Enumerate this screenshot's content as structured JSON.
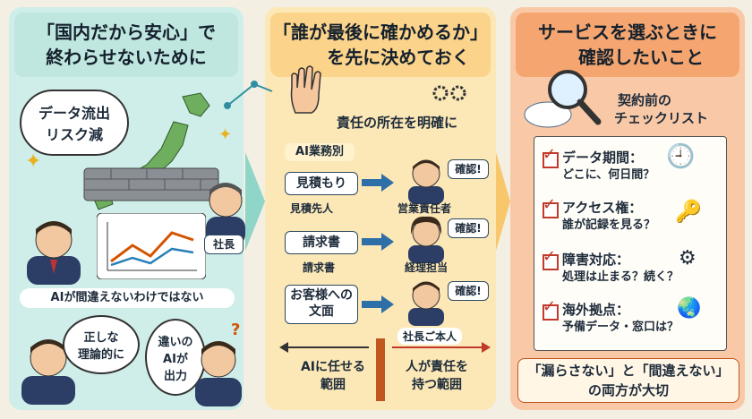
{
  "panel1": {
    "title_line1": "「国内だから安心」で",
    "title_line2": "終わらせないために",
    "bubble_risk": [
      "データ流出",
      "リスク減"
    ],
    "ceo_label": "社長",
    "mid_banner": "AIが間違えないわけではない",
    "bubble_correct": [
      "正しな",
      "理論的に"
    ],
    "bubble_wrong": [
      "違いの",
      "AIが",
      "出力"
    ]
  },
  "panel2": {
    "title_line1": "「誰が最後に確かめるか」",
    "title_line2": "を先に決めておく",
    "subtitle": "責任の所在を明確に",
    "ai_tasks_label": "AI業務別",
    "rows": [
      {
        "task": "見積もり",
        "under": "見積先人",
        "role": "営業責任者",
        "check": "確認!"
      },
      {
        "task": "請求書",
        "under": "請求書",
        "role": "経理担当",
        "check": "確認!"
      },
      {
        "task": "お客様への\n文面",
        "under": "",
        "role": "社長ご本人",
        "check": "確認!"
      }
    ],
    "left_scope": [
      "AIに任せる",
      "範囲"
    ],
    "right_scope": [
      "人が責任を",
      "持つ範囲"
    ]
  },
  "panel3": {
    "title_line1": "サービスを選ぶときに",
    "title_line2": "確認したいこと",
    "checklist_title": [
      "契約前の",
      "チェックリスト"
    ],
    "items": [
      {
        "head": "データ期間：",
        "sub": "どこに、何日間？"
      },
      {
        "head": "アクセス権：",
        "sub": "誰が記録を見る？"
      },
      {
        "head": "障害対応：",
        "sub": "処理は止まる？続く？"
      },
      {
        "head": "海外拠点：",
        "sub": "予備データ・窓口は？"
      }
    ],
    "footer_line1": "「漏らさない」と「間違えない」",
    "footer_line2": "の両方が大切"
  },
  "colors": {
    "teal": "#cfeee9",
    "yellow": "#fce7b6",
    "orange": "#f9c9a7",
    "check_red": "#c0392b",
    "arrow_blue": "#2f6fa8"
  }
}
